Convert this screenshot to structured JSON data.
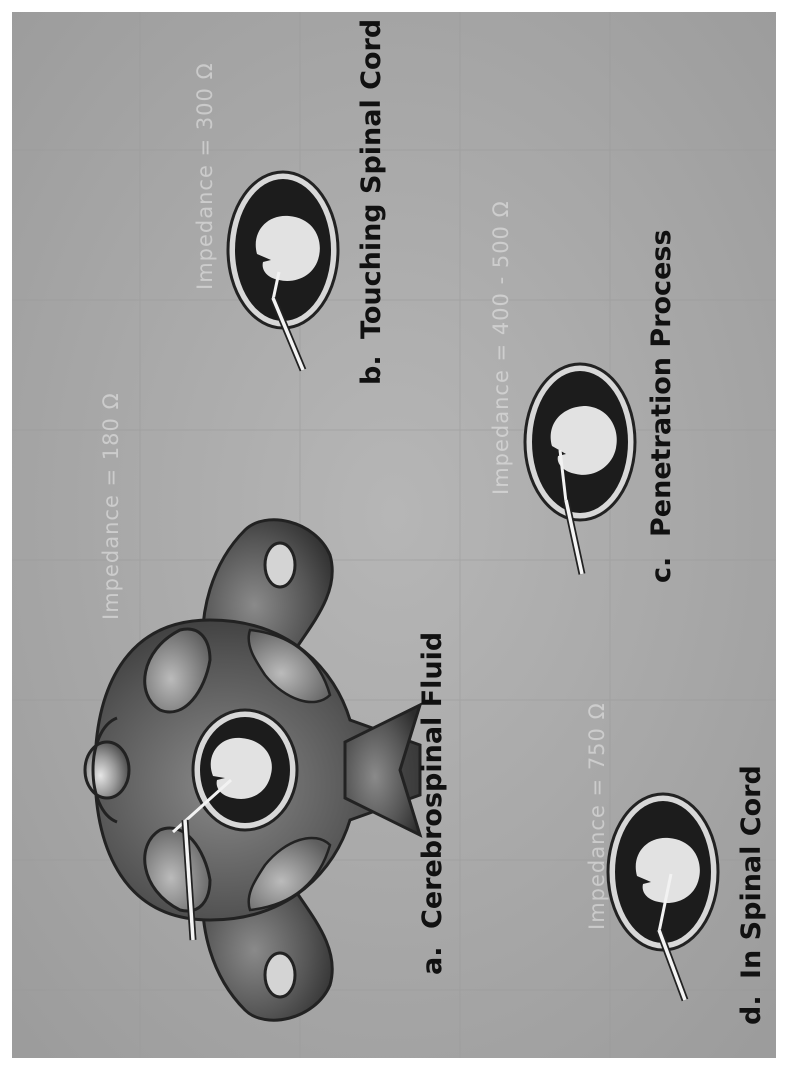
{
  "figure": {
    "panels": [
      {
        "letter": "a.",
        "title": "Cerebrospinal Fluid",
        "impedance": "Impedance = 180 Ω"
      },
      {
        "letter": "b.",
        "title": "Touching Spinal Cord",
        "impedance": "Impedance = 300 Ω"
      },
      {
        "letter": "c.",
        "title": "Penetration Process",
        "impedance": "Impedance = 400 - 500 Ω"
      },
      {
        "letter": "d.",
        "title": "In Spinal Cord",
        "impedance": "Impedance = 750 Ω"
      }
    ],
    "colors": {
      "background": "#a9a9a9",
      "border": "#ffffff",
      "bone": "#4a4a4a",
      "dura_ring": "#d8d8d8",
      "csf": "#1c1c1c",
      "cord": "#e2e2e2",
      "caption": "#111111"
    }
  }
}
